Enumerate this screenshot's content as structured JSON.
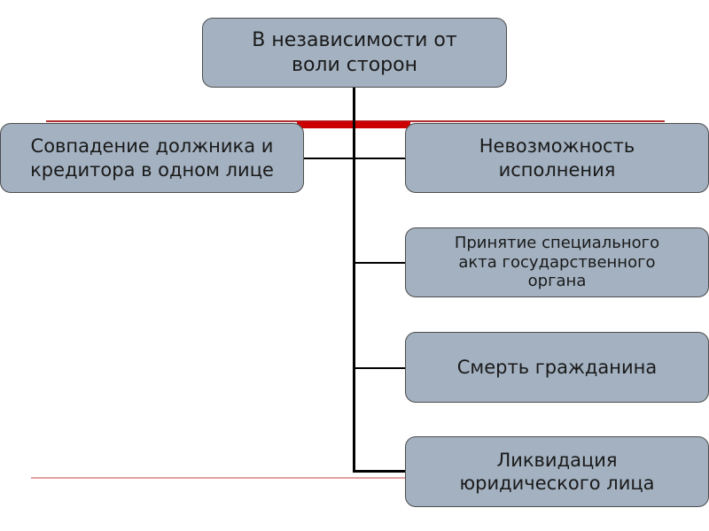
{
  "diagram": {
    "type": "hierarchy",
    "root": {
      "label": "В независимости от\nволи сторон"
    },
    "children": [
      {
        "label": "Совпадение должника и\nкредитора в одном лице"
      },
      {
        "label": "Невозможность\nисполнения"
      },
      {
        "label": "Принятие специального\nакта государственного\nоргана"
      },
      {
        "label": "Смерть гражданина"
      },
      {
        "label": "Ликвидация\nюридического лица"
      }
    ]
  },
  "colors": {
    "node_fill": "#a3b1c0",
    "node_border": "#4d4d4d",
    "connector": "#000000",
    "accent_red": "#cc0000"
  }
}
